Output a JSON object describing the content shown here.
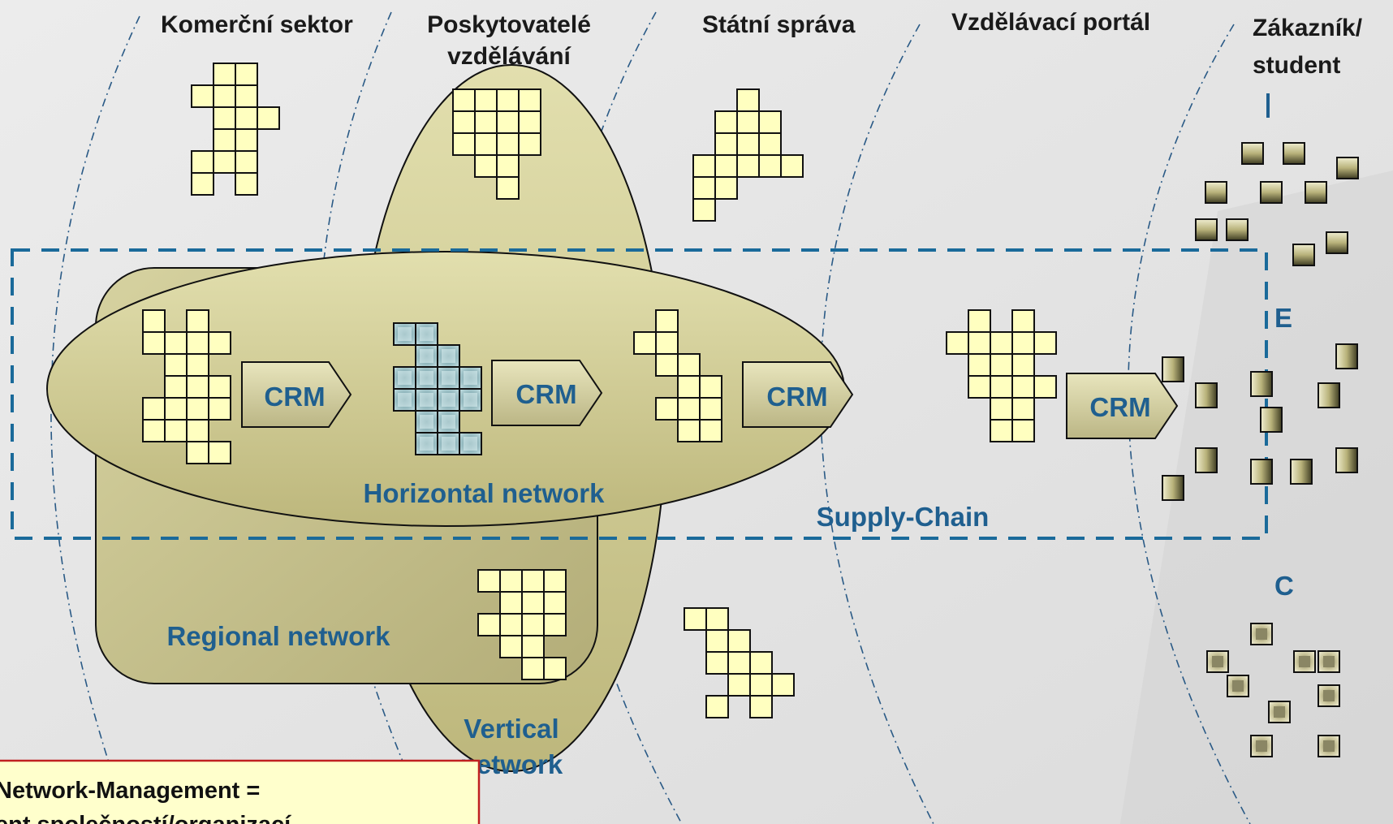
{
  "segments": [
    {
      "label": "Komerční sektor"
    },
    {
      "label": "Poskytovatelé"
    },
    {
      "label": "vzdělávání"
    },
    {
      "label": "Státní správa"
    },
    {
      "label": "Vzdělávací portál"
    },
    {
      "label": "Zákazník/"
    },
    {
      "label": "student"
    }
  ],
  "networks": {
    "horizontal": "Horizontal network",
    "regional": "Regional network",
    "vertical_line1": "Vertical",
    "vertical_line2": "network",
    "supply_chain": "Supply-Chain"
  },
  "crm_labels": [
    "CRM",
    "CRM",
    "CRM",
    "CRM"
  ],
  "edge_fragments": [
    "E",
    "C"
  ],
  "note": {
    "line1": "Network-Management =",
    "line2": "ent společností/organizací"
  },
  "colors": {
    "background": "#e6e6e6",
    "block_fill": "#ffffc0",
    "highlight_block": "#8fb7bf",
    "ellipse_fill": "#cfcb92",
    "regional_fill": "#c3bd8a",
    "dashed_border": "#1a6a9a",
    "label_blue": "#1f5f8f",
    "note_border": "#c02020",
    "note_fill": "#ffffcc"
  }
}
